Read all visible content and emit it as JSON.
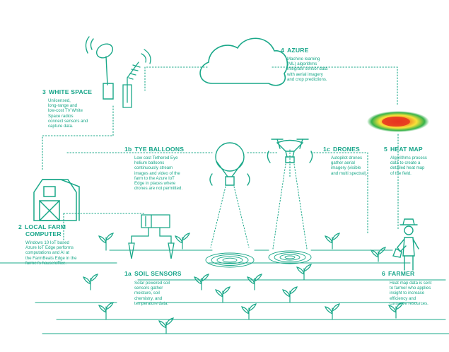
{
  "colors": {
    "line": "#1aa889",
    "heat_red": "#e63320",
    "heat_yellow": "#f7e23a",
    "heat_green": "#36b24a"
  },
  "steps": {
    "azure": {
      "num": "4",
      "title": "AZURE",
      "desc": [
        "Machine learning",
        "(ML) algorithms",
        "integrate sensor data",
        "with aerial imagery",
        "and crop predictions."
      ]
    },
    "white_space": {
      "num": "3",
      "title": "WHITE SPACE",
      "desc": [
        "Unlicensed,",
        "long-range and",
        "low-cost TV White",
        "Space radios",
        "connect sensors and",
        "capture data."
      ]
    },
    "balloons": {
      "num": "1b",
      "title": "TYE BALLOONS",
      "desc": [
        "Low cost Tethered Eye",
        "helium balloons",
        "continuously stream",
        "images and video of the",
        "farm to the Azure IoT",
        "Edge in places where",
        "drones are not permitted."
      ]
    },
    "drones": {
      "num": "1c",
      "title": "DRONES",
      "desc": [
        "Autopilot drones",
        "gather aerial",
        "imagery (visible",
        "and multi spectral)."
      ]
    },
    "heat_map": {
      "num": "5",
      "title": "HEAT MAP",
      "desc": [
        "Algorithms process",
        "data to create a",
        "detailed heat map",
        "of the field."
      ]
    },
    "local_farm": {
      "num": "2",
      "title": "LOCAL FARM",
      "title2": "COMPUTER",
      "desc": [
        "Windows 10 IoT based",
        "Azure IoT Edge performs",
        "computations and AI at",
        "the FarmBeats Edge in the",
        "farmer's house/office."
      ]
    },
    "soil": {
      "num": "1a",
      "title": "SOIL SENSORS",
      "desc": [
        "Solar powered soil",
        "sensors gather",
        "moisture, soil",
        "chemistry, and",
        "temperature data."
      ]
    },
    "farmer": {
      "num": "6",
      "title": "FARMER",
      "desc": [
        "Heat map data is sent",
        "to farmer who applies",
        "insight to increase",
        "efficiency and",
        "conserve resources."
      ]
    }
  }
}
